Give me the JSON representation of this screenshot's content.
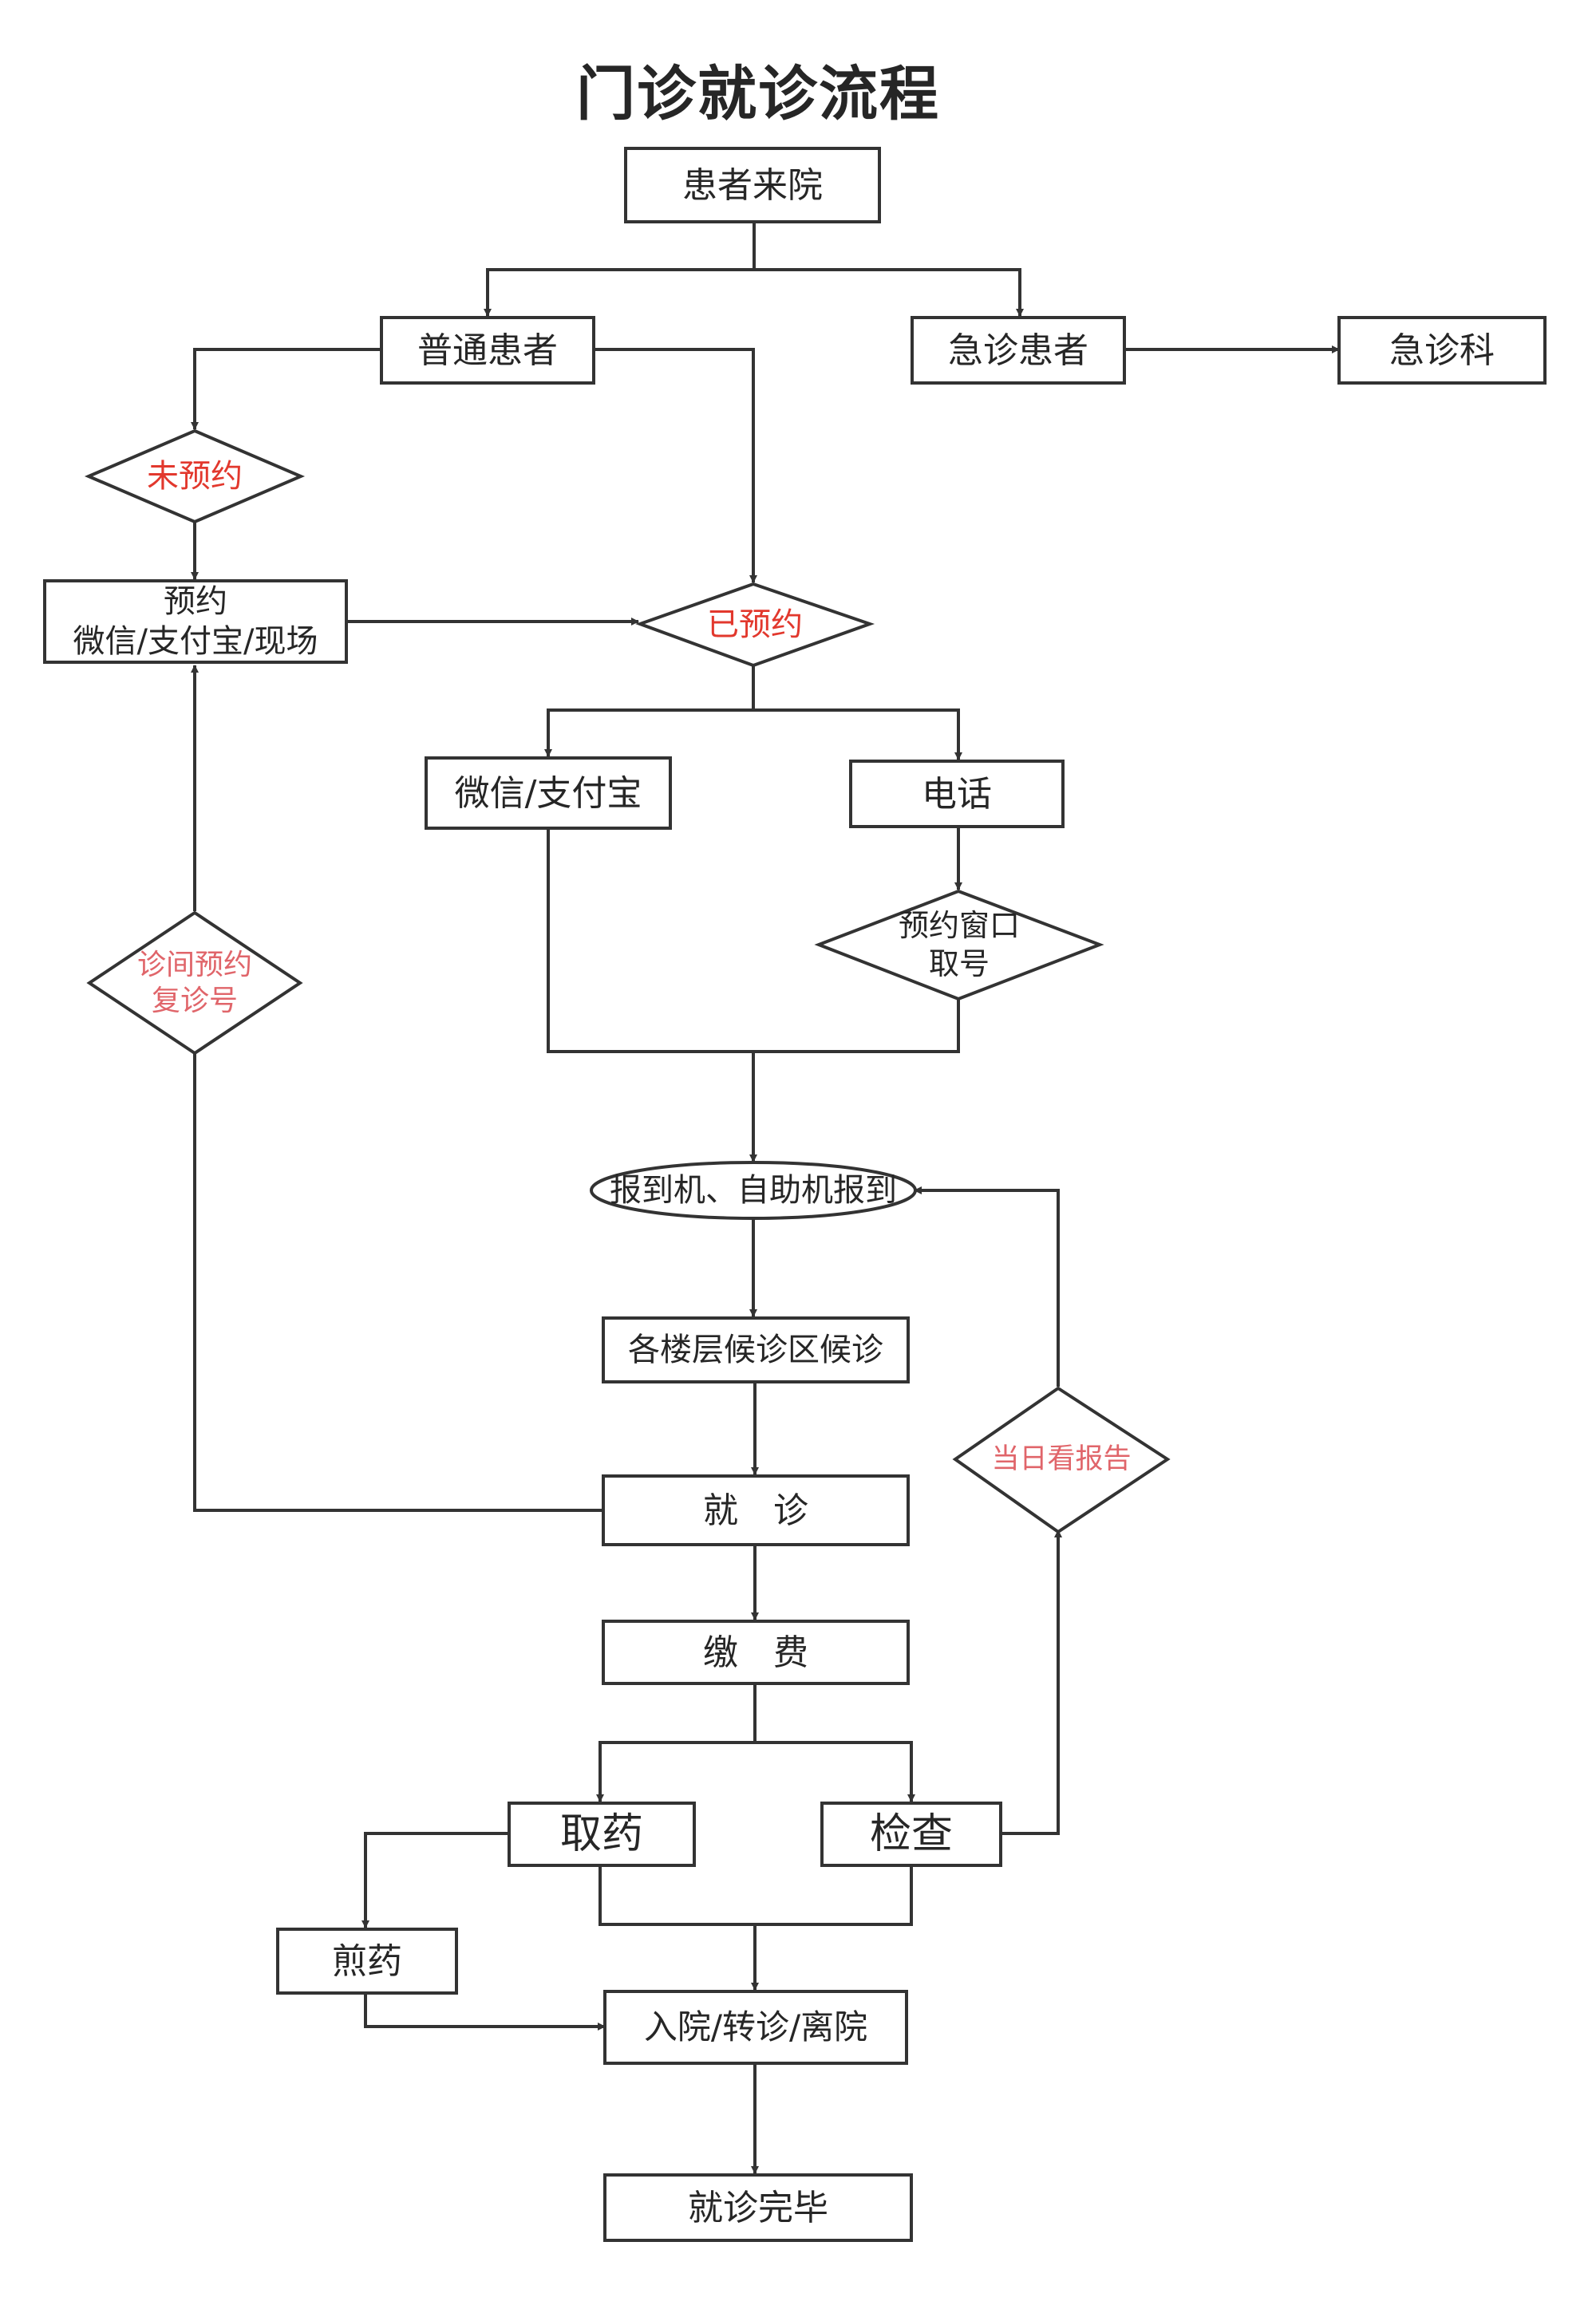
{
  "title": "门诊就诊流程",
  "colors": {
    "line": "#333333",
    "text": "#262626",
    "decision_red": "#e2382d",
    "decision_pink": "#e0656a"
  },
  "nodes": {
    "patient_arrival": "患者来院",
    "regular_patient": "普通患者",
    "emergency_patient": "急诊患者",
    "emergency_dept": "急诊科",
    "not_booked": "未预约",
    "booking_channels": "预约\n微信/支付宝/现场",
    "booked": "已预约",
    "wechat_alipay": "微信/支付宝",
    "phone": "电话",
    "booking_window": "预约窗口\n取号",
    "in_clinic_booking": "诊间预约\n复诊号",
    "check_in": "报到机、自助机报到",
    "waiting": "各楼层候诊区候诊",
    "consultation": "就　诊",
    "same_day_report": "当日看报告",
    "payment": "缴　费",
    "get_medicine": "取药",
    "examination": "检查",
    "decoct_medicine": "煎药",
    "admission_transfer_discharge": "入院/转诊/离院",
    "visit_complete": "就诊完毕"
  }
}
